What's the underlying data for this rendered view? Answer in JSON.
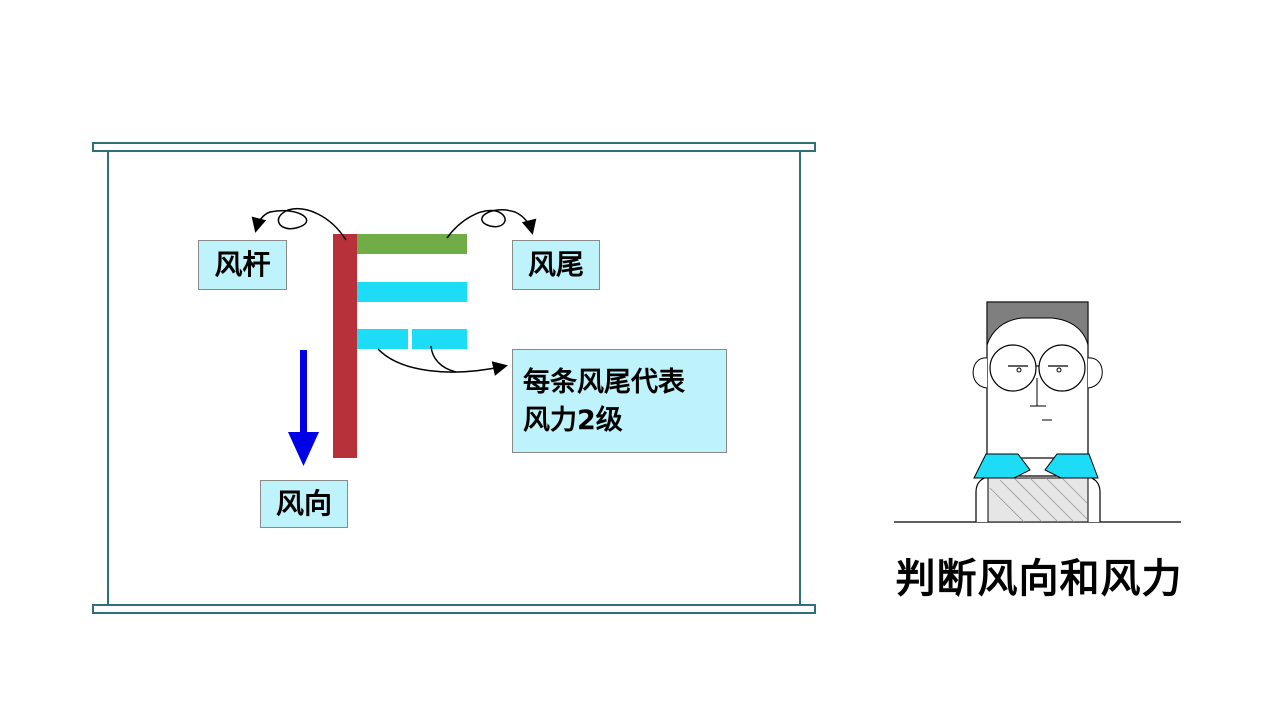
{
  "labels": {
    "pole": "风杆",
    "tail": "风尾",
    "note_line1": "每条风尾代表",
    "note_line2": "风力2级",
    "direction": "风向"
  },
  "title": "判断风向和风力",
  "colors": {
    "board_border": "#2f6f78",
    "label_fill": "#bff3fb",
    "pole": "#b8313a",
    "tail_top": "#70ad47",
    "tail": "#1ddcf5",
    "arrow": "#0000e6",
    "collar": "#1ddcf5",
    "hair": "#7f7f7f"
  },
  "icons": {
    "wind_arrow": "down-arrow-icon",
    "person": "person-with-glasses-icon"
  }
}
